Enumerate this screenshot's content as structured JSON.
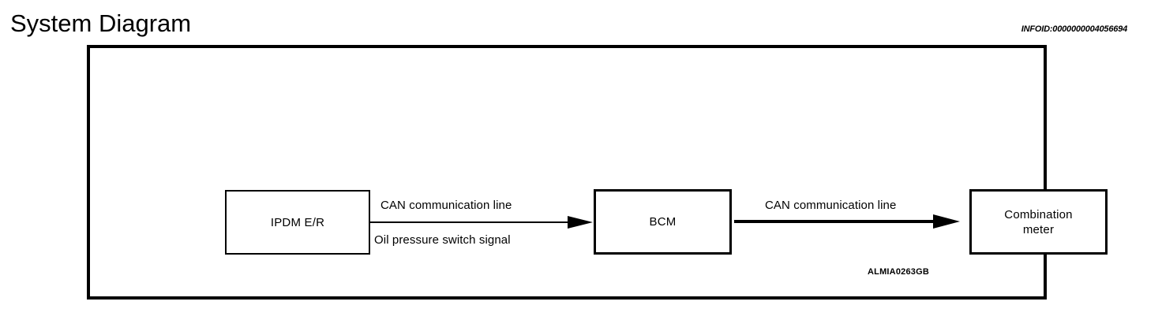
{
  "header": {
    "title": "System Diagram",
    "infoid": "INFOID:0000000004056694"
  },
  "diagram": {
    "figure_id": "ALMIA0263GB",
    "blocks": [
      {
        "id": "ipdm",
        "label": "IPDM E/R"
      },
      {
        "id": "bcm",
        "label": "BCM"
      },
      {
        "id": "meter",
        "label": "Combination\nmeter"
      }
    ],
    "connections": [
      {
        "id": "ipdm-to-bcm",
        "from": "IPDM E/R",
        "to": "BCM",
        "direction": "right",
        "label_above": "CAN communication line",
        "label_below": "Oil pressure switch signal"
      },
      {
        "id": "bcm-to-meter",
        "from": "BCM",
        "to": "Combination meter",
        "direction": "right",
        "label_above": "CAN communication line",
        "label_below": ""
      }
    ]
  },
  "colors": {
    "ink": "#000000",
    "paper": "#ffffff"
  }
}
